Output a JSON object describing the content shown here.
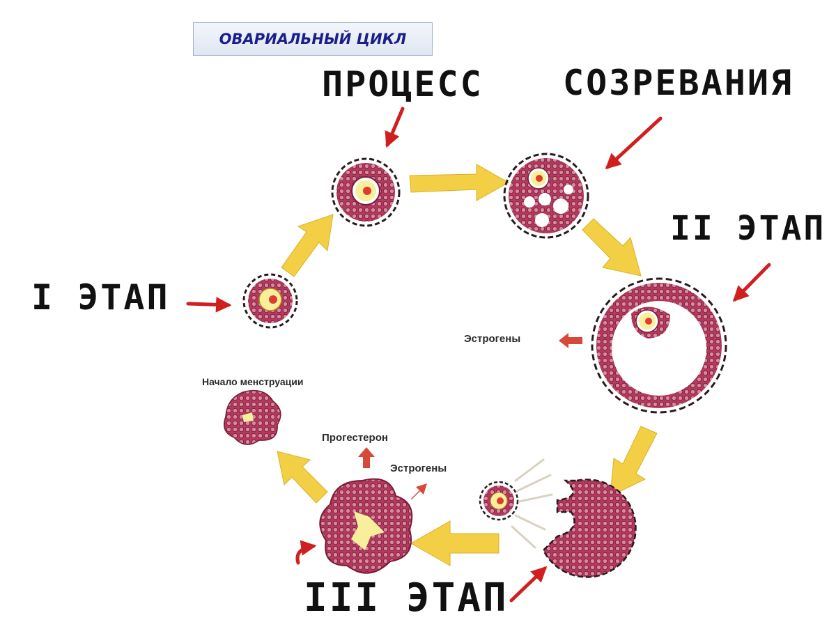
{
  "title": "ОВАРИАЛЬНЫЙ ЦИКЛ",
  "handwritten": {
    "process": "ПРОЦЕСС",
    "maturation": "СОЗРЕВАНИЯ",
    "stage1": "I ЭТАП",
    "stage2": "II ЭТАП",
    "stage3": "III ЭТАП"
  },
  "labels": {
    "estrogens_1": "Эстрогены",
    "estrogens_2": "Эстрогены",
    "progesterone": "Прогестерон",
    "menstruation_start": "Начало менструации"
  },
  "colors": {
    "cell_body": "#b33a5e",
    "cell_dark": "#7a1b36",
    "yolk": "#f7ef9c",
    "nucleus": "#e23b2b",
    "flow_arrow": "#f2cf45",
    "pointer_arrow": "#d11f1f",
    "title_text": "#1b1f8c"
  }
}
